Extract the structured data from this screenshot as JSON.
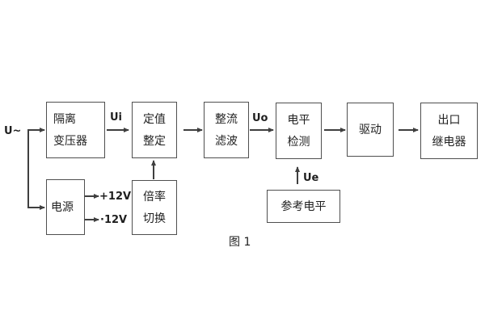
{
  "figure_caption": "图 1",
  "labels": {
    "input": "U~",
    "ui": "Ui",
    "uo": "Uo",
    "ue": "Ue",
    "rail_pos": "+12V",
    "rail_neg": "·12V"
  },
  "blocks": {
    "isolation_transformer": {
      "line1": "隔离",
      "line2": "变压器"
    },
    "setpoint_adjust": {
      "line1": "定值",
      "line2": "整定"
    },
    "rectifier_filter": {
      "line1": "整流",
      "line2": "滤波"
    },
    "level_detector": {
      "line1": "电平",
      "line2": "检测"
    },
    "driver": {
      "line1": "驱动"
    },
    "output_relay": {
      "line1": "出口",
      "line2": "继电器"
    },
    "power_supply": {
      "line1": "电源"
    },
    "ratio_switch": {
      "line1": "倍率",
      "line2": "切换"
    },
    "reference_level": {
      "line1": "参考电平"
    }
  },
  "colors": {
    "line": "#3f3f3f",
    "border": "#4f4f4f",
    "text": "#1f1f1f",
    "bg": "#ffffff"
  }
}
